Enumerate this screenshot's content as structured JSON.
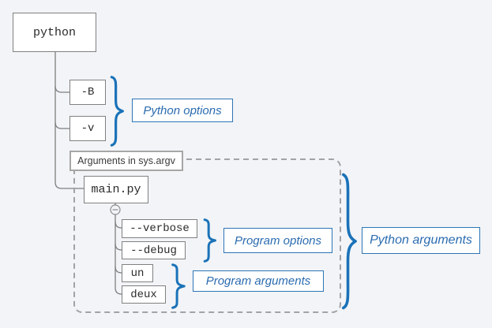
{
  "diagram": {
    "title_hint": "Python command line arguments structure",
    "nodes": {
      "python": "python",
      "optB": "-B",
      "optV": "-v",
      "main": "main.py",
      "verbose": "--verbose",
      "debug": "--debug",
      "un": "un",
      "deux": "deux"
    },
    "labels": {
      "sys_argv": "Arguments in sys.argv",
      "python_options": "Python options",
      "program_options": "Program options",
      "program_arguments": "Program arguments",
      "python_arguments": "Python arguments"
    },
    "icons": {
      "collapse": "minus-circle-icon",
      "brace": "curly-brace-right-icon"
    },
    "colors": {
      "background": "#f2f4f7",
      "node_border": "#808080",
      "node_text": "#2b2b2b",
      "dashed_boundary": "#a2a2a8",
      "argv_label_border": "#a6a6a6",
      "caption_border": "#2e75b6",
      "caption_text": "#2b6cb0",
      "brace_blue": "#1a72b8",
      "connector_gray": "#7f7f7f"
    }
  }
}
